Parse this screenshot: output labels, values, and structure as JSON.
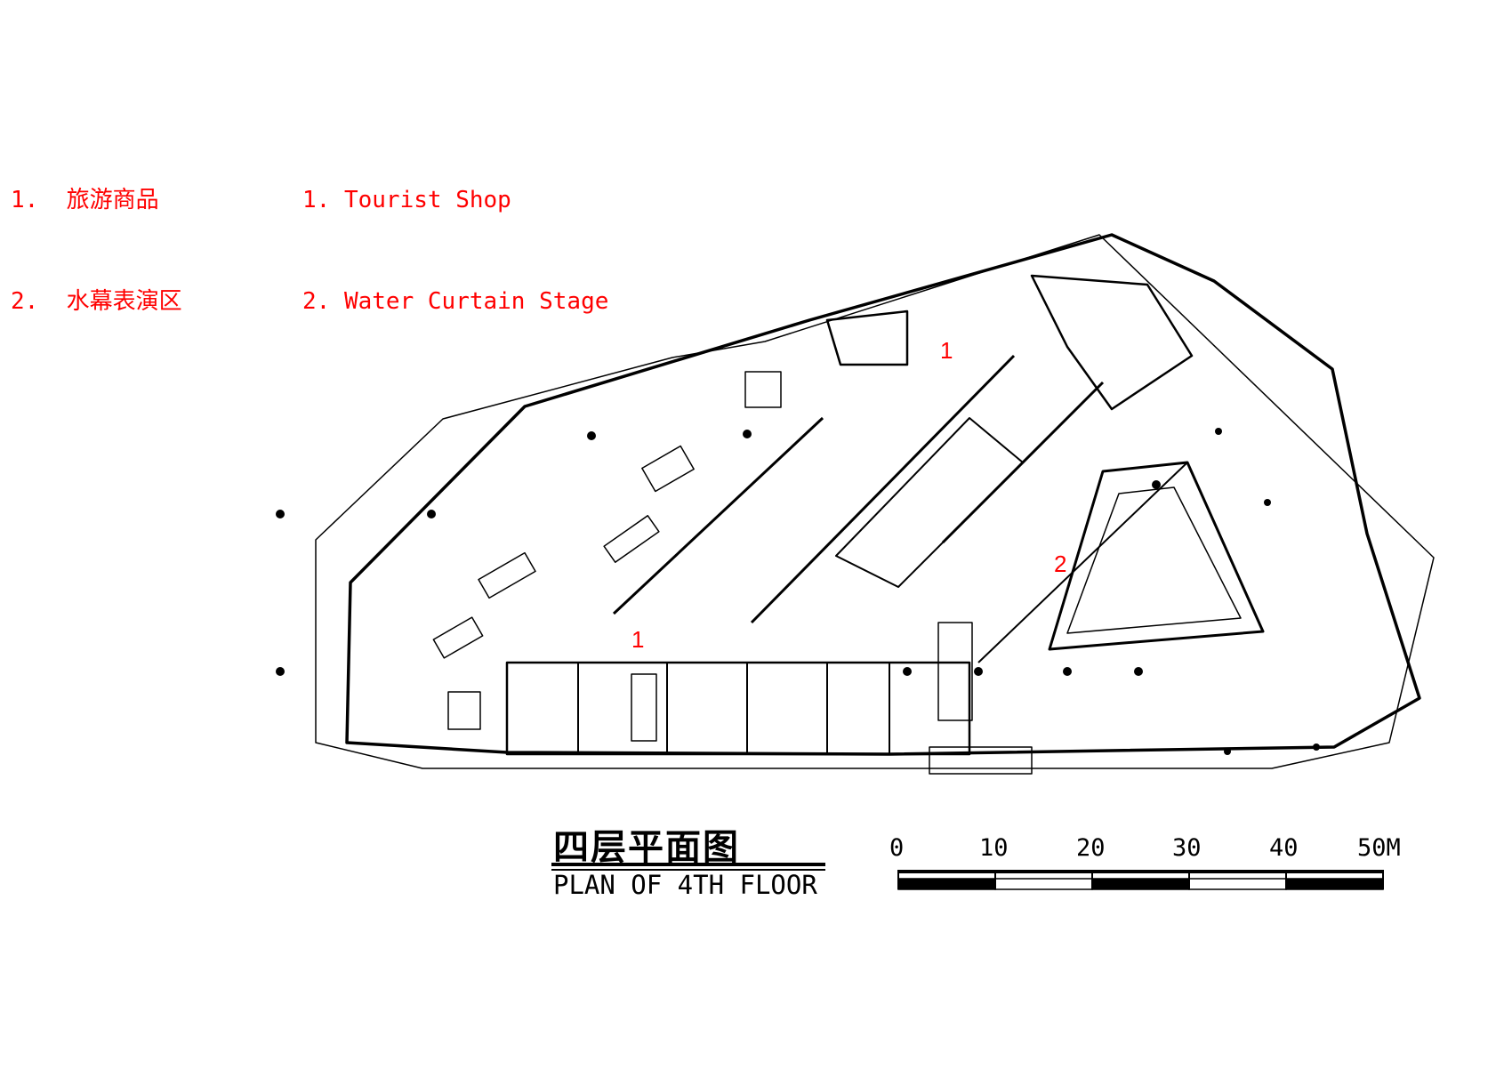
{
  "legend": {
    "zh": [
      {
        "num": "1.",
        "text": "旅游商品"
      },
      {
        "num": "2.",
        "text": "水幕表演区"
      }
    ],
    "en": [
      {
        "num": "1.",
        "text": "Tourist Shop"
      },
      {
        "num": "2.",
        "text": "Water Curtain Stage"
      }
    ]
  },
  "title": {
    "zh": "四层平面图",
    "en": "PLAN OF 4TH FLOOR"
  },
  "scale_bar": {
    "labels": [
      "0",
      "10",
      "20",
      "30",
      "40",
      "50M"
    ]
  },
  "room_labels": {
    "shop_north": "1",
    "shop_south": "1",
    "stage": "2"
  },
  "colors": {
    "legend_text": "#ff0000",
    "room_label": "#ff0000",
    "linework": "#000000"
  }
}
